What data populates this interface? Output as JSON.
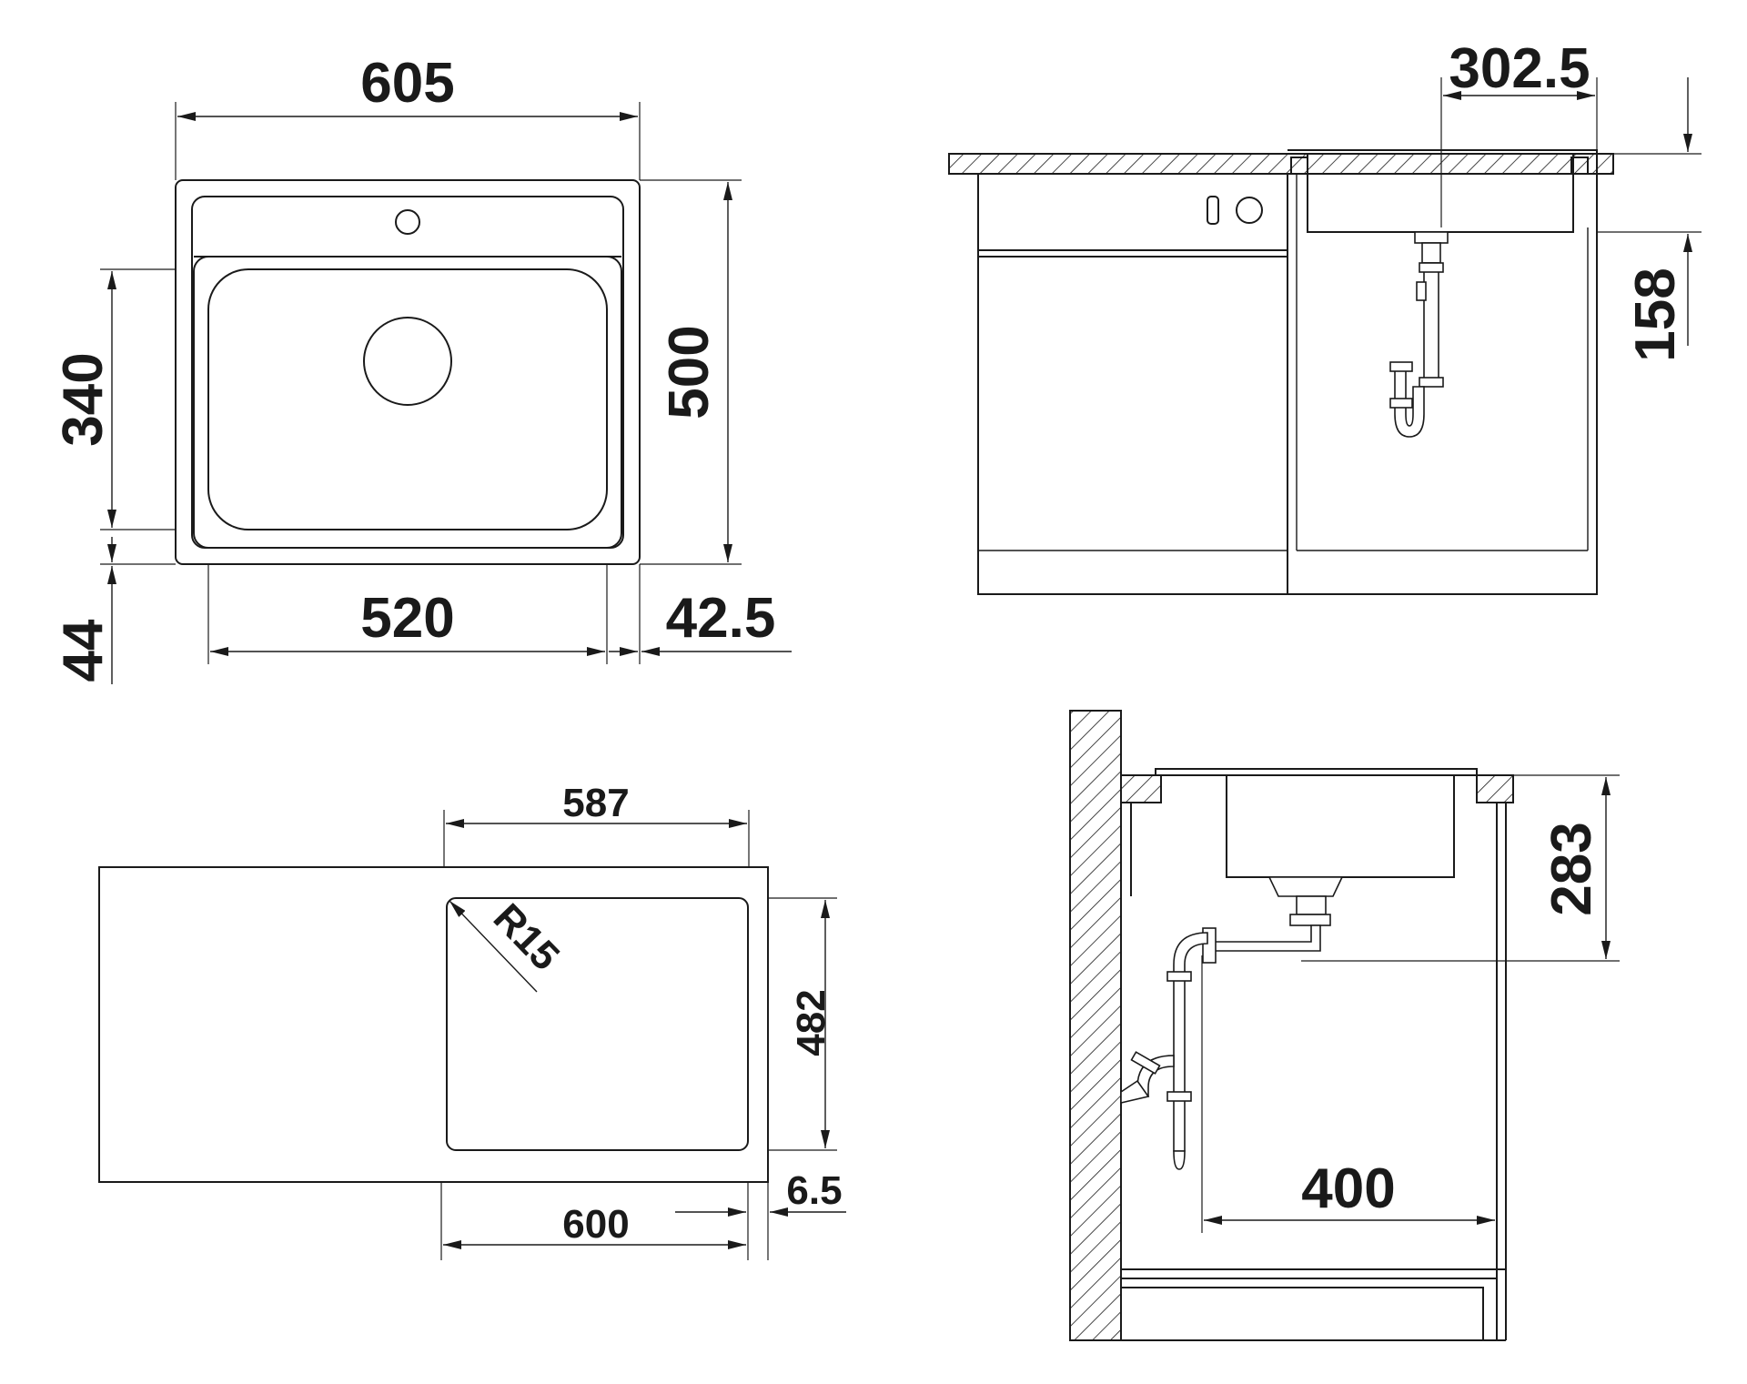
{
  "top_view": {
    "overall_width": "605",
    "overall_depth": "500",
    "bowl_depth": "340",
    "front_offset": "44",
    "bowl_width": "520",
    "side_offset": "42.5"
  },
  "side_view": {
    "drain_offset": "302.5",
    "bowl_height": "158"
  },
  "cutout_view": {
    "cutout_width": "587",
    "corner_radius": "R15",
    "cutout_depth": "482",
    "cabinet_width": "600",
    "edge_offset": "6.5"
  },
  "section_view": {
    "siphon_height": "283",
    "wall_distance": "400"
  }
}
